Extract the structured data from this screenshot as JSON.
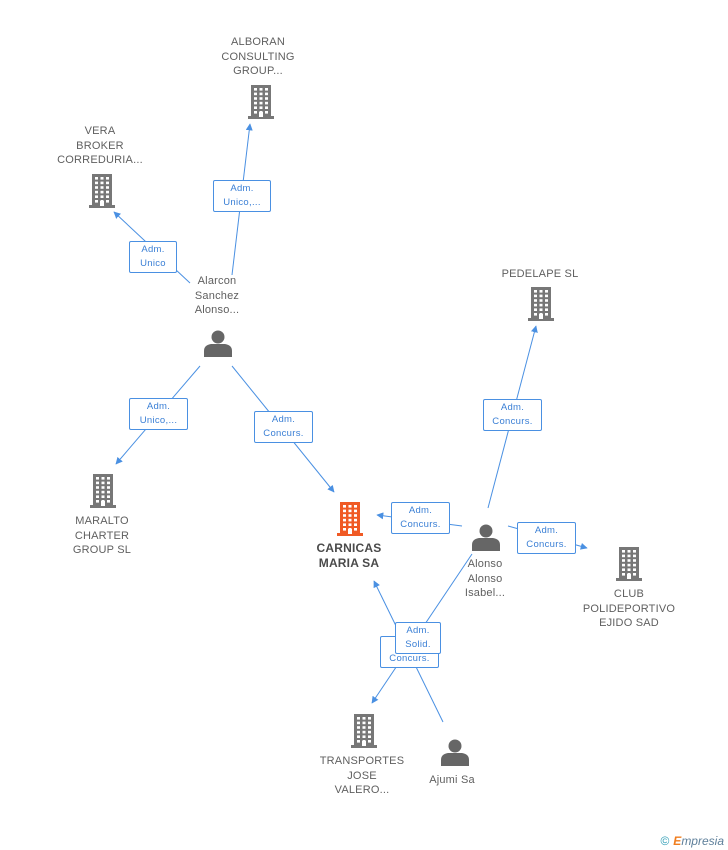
{
  "colors": {
    "edge": "#4a90e2",
    "company_icon": "#777777",
    "main_company_icon": "#f05a24",
    "person_icon": "#666666",
    "label_text": "#5f5f5f"
  },
  "nodes": {
    "alboran": {
      "type": "company",
      "lines": [
        "ALBORAN",
        "CONSULTING",
        "GROUP..."
      ]
    },
    "vera": {
      "type": "company",
      "lines": [
        "VERA",
        "BROKER",
        "CORREDURIA..."
      ]
    },
    "alarcon": {
      "type": "person",
      "lines": [
        "Alarcon",
        "Sanchez",
        "Alonso..."
      ]
    },
    "pedelape": {
      "type": "company",
      "lines": [
        "PEDELAPE SL"
      ]
    },
    "maralto": {
      "type": "company",
      "lines": [
        "MARALTO",
        "CHARTER",
        "GROUP SL"
      ]
    },
    "carnicas": {
      "type": "company_main",
      "lines": [
        "CARNICAS",
        "MARIA SA"
      ]
    },
    "alonso": {
      "type": "person",
      "lines": [
        "Alonso",
        "Alonso",
        "Isabel..."
      ]
    },
    "club": {
      "type": "company",
      "lines": [
        "CLUB",
        "POLIDEPORTIVO",
        "EJIDO SAD"
      ]
    },
    "transportes": {
      "type": "company",
      "lines": [
        "TRANSPORTES",
        "JOSE",
        "VALERO..."
      ]
    },
    "ajumi": {
      "type": "person",
      "lines": [
        "Ajumi Sa"
      ]
    }
  },
  "edge_labels": {
    "alarcon_alboran": [
      "Adm.",
      "Unico,..."
    ],
    "alarcon_vera": [
      "Adm.",
      "Unico"
    ],
    "alarcon_maralto": [
      "Adm.",
      "Unico,..."
    ],
    "alarcon_carnicas": [
      "Adm.",
      "Concurs."
    ],
    "alonso_pedelape": [
      "Adm.",
      "Concurs."
    ],
    "alonso_carnicas": [
      "Adm.",
      "Concurs."
    ],
    "alonso_club": [
      "Adm.",
      "Concurs."
    ],
    "ajumi_back": [
      "Adm.",
      "Concurs."
    ],
    "ajumi_front": [
      "Adm.",
      "Solid."
    ]
  },
  "footer": {
    "copyright": "©",
    "brand_first": "E",
    "brand_rest": "mpresia"
  }
}
